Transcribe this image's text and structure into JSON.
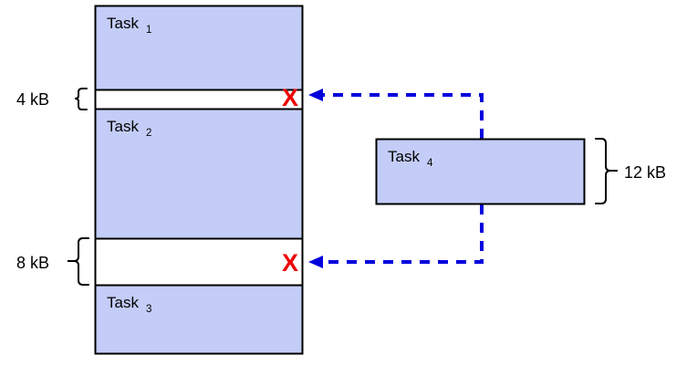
{
  "diagram": {
    "title": "memory-allocation-failure-diagram",
    "colors": {
      "block_fill": "#c3cdf7",
      "block_stroke": "#000000",
      "arrow": "#0000dd",
      "x_mark": "#ee0000",
      "background": "#ffffff"
    },
    "memory_column": {
      "name": "main-memory-column",
      "blocks": [
        {
          "id": "task1",
          "label": "Task",
          "subscript": "1",
          "kind": "occupied"
        },
        {
          "id": "gap1",
          "label": "",
          "subscript": "",
          "kind": "free",
          "size": "4 kB"
        },
        {
          "id": "task2",
          "label": "Task",
          "subscript": "2",
          "kind": "occupied"
        },
        {
          "id": "gap2",
          "label": "",
          "subscript": "",
          "kind": "free",
          "size": "8 kB"
        },
        {
          "id": "task3",
          "label": "Task",
          "subscript": "3",
          "kind": "occupied"
        }
      ]
    },
    "size_labels": {
      "gap1": "4 kB",
      "gap2": "8 kB",
      "incoming": "12 kB"
    },
    "incoming_task": {
      "name": "task4-block",
      "label": "Task",
      "subscript": "4",
      "size": "12 kB"
    },
    "x_marks": [
      {
        "id": "x-gap1",
        "glyph": "X"
      },
      {
        "id": "x-gap2",
        "glyph": "X"
      }
    ],
    "arrows": [
      {
        "id": "arrow-to-gap1",
        "style": "dashed",
        "direction": "left"
      },
      {
        "id": "arrow-to-gap2",
        "style": "dashed",
        "direction": "left"
      }
    ]
  }
}
